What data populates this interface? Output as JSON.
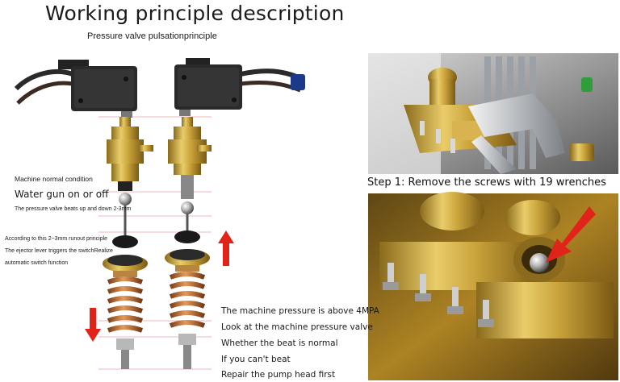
{
  "title": "Working principle description",
  "subtitle": "Pressure valve pulsationprinciple",
  "left_notes": {
    "normal_condition": "Machine normal condition",
    "water_gun": "Water gun on or off",
    "beats": "The pressure valve beats up and down 2-3mm",
    "runout": "According to this 2~3mm runout principle",
    "ejector": "The ejector lever triggers the switchRealize",
    "switch_function": "automatic switch function"
  },
  "right_notes": {
    "line1": "The machine pressure is above 4MPA",
    "line2": "Look at the machine pressure valve",
    "line3": "Whether the beat is normal",
    "line4": "If you can't beat",
    "line5": "Repair the pump head first"
  },
  "step_caption": "Step 1: Remove the screws with 19 wrenches",
  "colors": {
    "arrow": "#e2231a",
    "guide_line": "#e8a0a0",
    "brass": "#c9a23a",
    "copper": "#c8743a",
    "switch_body": "#2a2a2a"
  },
  "icons": [
    "red-arrow-up-icon",
    "red-arrow-down-icon",
    "red-pointer-arrow-icon"
  ]
}
